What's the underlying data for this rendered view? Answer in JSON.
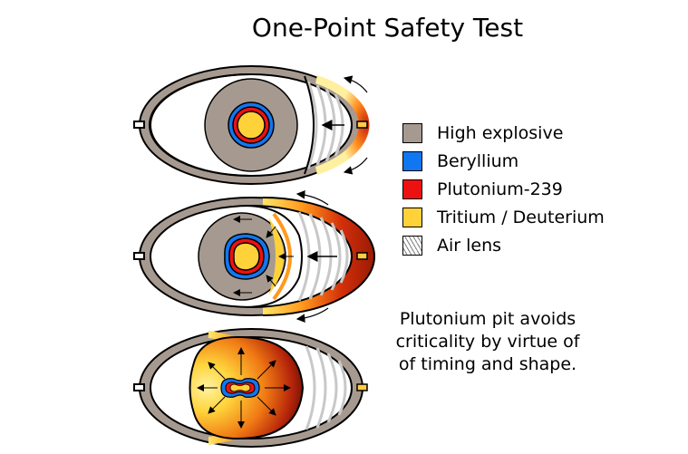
{
  "title": "One-Point Safety Test",
  "legend": [
    {
      "label": "High explosive",
      "color": "#a69a90",
      "icon": "high-explosive-swatch"
    },
    {
      "label": "Beryllium",
      "color": "#1177f0",
      "icon": "beryllium-swatch"
    },
    {
      "label": "Plutonium-239",
      "color": "#ee1111",
      "icon": "plutonium-swatch"
    },
    {
      "label": "Tritium / Deuterium",
      "color": "#ffd23a",
      "icon": "tritium-deuterium-swatch"
    },
    {
      "label": "Air lens",
      "color": "#ffffff",
      "icon": "air-lens-swatch",
      "pattern": "hatched"
    }
  ],
  "caption": [
    "Plutonium pit avoids",
    "criticality by virtue of",
    "of timing and shape."
  ],
  "stages": [
    "detonation-start",
    "shock-wave-crossing",
    "pit-deformed"
  ]
}
